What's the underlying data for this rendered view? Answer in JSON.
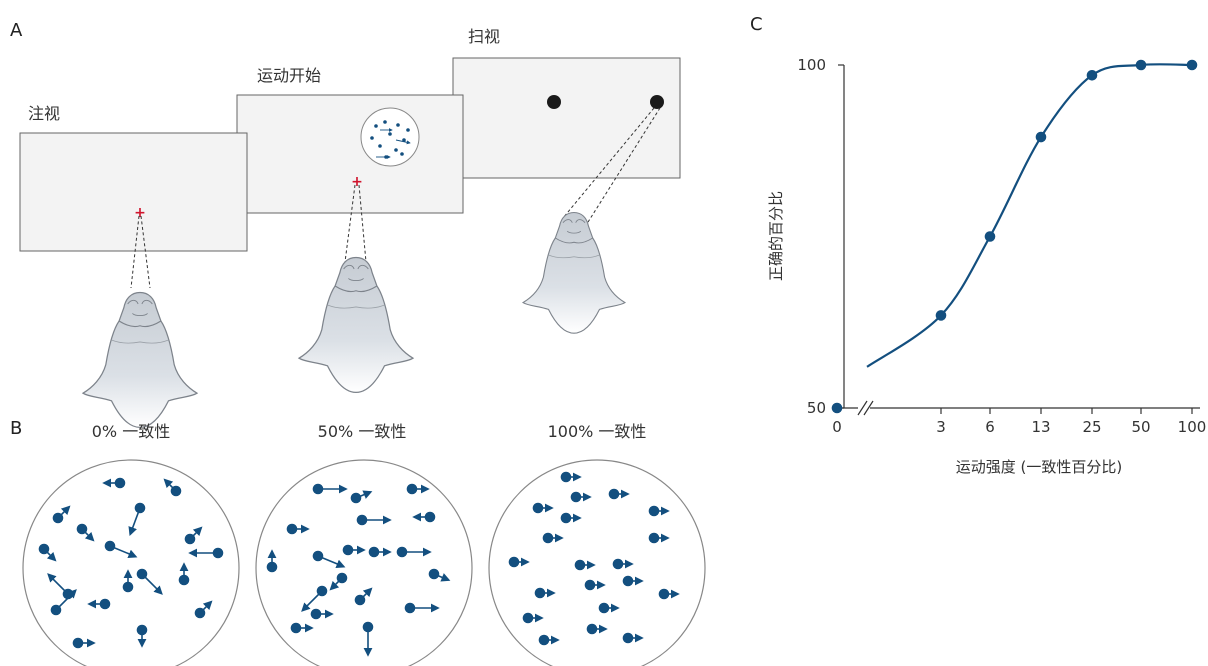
{
  "panel_a": {
    "label": "A",
    "screens": [
      {
        "caption": "注视"
      },
      {
        "caption": "运动开始"
      },
      {
        "caption": "扫视"
      }
    ],
    "fixation_color": "#d0142c"
  },
  "panel_b": {
    "label": "B",
    "circles": [
      {
        "caption": "0% 一致性",
        "coherence": 0
      },
      {
        "caption": "50% 一致性",
        "coherence": 50
      },
      {
        "caption": "100% 一致性",
        "coherence": 100
      }
    ],
    "dot_color": "#134f7f"
  },
  "panel_c": {
    "label": "C"
  },
  "chart_data": {
    "type": "line",
    "ylabel": "正确的百分比",
    "xlabel": "运动强度 (一致性百分比)",
    "x_ticks": [
      "0",
      "3",
      "6",
      "13",
      "25",
      "50",
      "100"
    ],
    "y_ticks": [
      "50",
      "100"
    ],
    "ylim": [
      50,
      100
    ],
    "axis_break": true,
    "series": [
      {
        "x": [
          0,
          3,
          6,
          13,
          25,
          50,
          100
        ],
        "values": [
          50,
          63.5,
          75,
          89.5,
          98.5,
          100,
          100
        ]
      }
    ],
    "curve_start_value": 56,
    "color": "#134f7f"
  }
}
